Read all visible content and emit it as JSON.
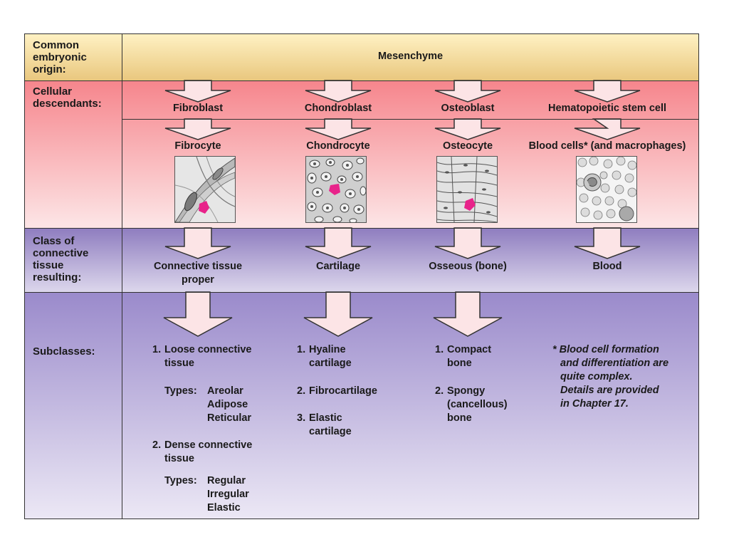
{
  "rows": {
    "origin_label": [
      "Common",
      "embryonic",
      "origin:"
    ],
    "descendants_label": [
      "Cellular",
      "descendants:"
    ],
    "class_label": [
      "Class of",
      "connective",
      "tissue",
      "resulting:"
    ],
    "subclasses_label": "Subclasses:"
  },
  "origin": "Mesenchyme",
  "columns": [
    {
      "blast": "Fibroblast",
      "cyte": "Fibrocyte",
      "class_lines": [
        "Connective tissue",
        "proper"
      ],
      "micrograph_icon": "fibrocyte-micrograph"
    },
    {
      "blast": "Chondroblast",
      "cyte": "Chondrocyte",
      "class_lines": [
        "Cartilage"
      ],
      "micrograph_icon": "chondrocyte-micrograph"
    },
    {
      "blast": "Osteoblast",
      "cyte": "Osteocyte",
      "class_lines": [
        "Osseous (bone)"
      ],
      "micrograph_icon": "osteocyte-micrograph"
    },
    {
      "blast": "Hematopoietic stem cell",
      "cyte": "Blood cells* (and macrophages)",
      "class_lines": [
        "Blood"
      ],
      "micrograph_icon": "blood-cells-micrograph"
    }
  ],
  "subclasses": {
    "ct_proper": {
      "item1": {
        "num": "1.",
        "lines": [
          "Loose connective",
          "tissue"
        ]
      },
      "types1_label": "Types:",
      "types1": [
        "Areolar",
        "Adipose",
        "Reticular"
      ],
      "item2": {
        "num": "2.",
        "lines": [
          "Dense connective",
          "tissue"
        ]
      },
      "types2_label": "Types:",
      "types2": [
        "Regular",
        "Irregular",
        "Elastic"
      ]
    },
    "cartilage": [
      {
        "num": "1.",
        "lines": [
          "Hyaline",
          "cartilage"
        ]
      },
      {
        "num": "2.",
        "lines": [
          "Fibrocartilage"
        ]
      },
      {
        "num": "3.",
        "lines": [
          "Elastic",
          "cartilage"
        ]
      }
    ],
    "bone": [
      {
        "num": "1.",
        "lines": [
          "Compact",
          "bone"
        ]
      },
      {
        "num": "2.",
        "lines": [
          "Spongy",
          "(cancellous)",
          "bone"
        ]
      }
    ],
    "blood_note": [
      "* Blood cell formation",
      "and differentiation are",
      "quite complex.",
      "Details are provided",
      "in Chapter 17."
    ]
  },
  "colors": {
    "origin_band": "#f3d48f",
    "descendant_band": "#f6858c",
    "class_band": "#8e7cbf",
    "subclass_band": "#9a8acb",
    "arrow_fill": "#fce4e6",
    "highlight_arrow": "#e8238a"
  }
}
